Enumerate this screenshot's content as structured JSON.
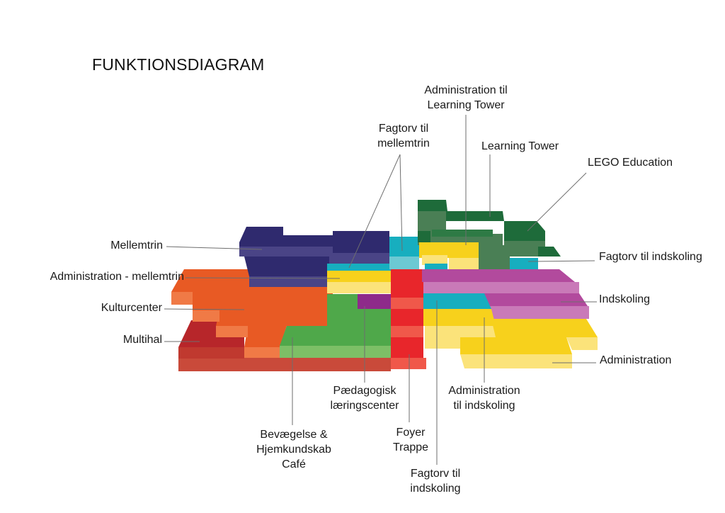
{
  "title": "FUNKTIONSDIAGRAM",
  "colors": {
    "mellemtrin": "#2f2a6e",
    "green": "#1e6b3a",
    "orange": "#e85a24",
    "red": "#b7262a",
    "grass": "#4fa84a",
    "yellow": "#f7d11c",
    "cyan": "#17aebf",
    "magenta": "#b24a9d",
    "purple": "#8e2a8a",
    "foyer": "#e8262b"
  },
  "labels": {
    "admin_learning": "Administration til\nLearning Tower",
    "fagtorv_mellemtrin": "Fagtorv til\nmellemtrin",
    "learning_tower": "Learning Tower",
    "lego": "LEGO Education",
    "mellemtrin": "Mellemtrin",
    "admin_mellemtrin": "Administration - mellemtrin",
    "kulturcenter": "Kulturcenter",
    "multihal": "Multihal",
    "fagtorv_indskoling_right": "Fagtorv til indskoling",
    "indskoling": "Indskoling",
    "administration": "Administration",
    "paedagogisk": "Pædagogisk\nlæringscenter",
    "admin_indskoling": "Administration\ntil indskoling",
    "bevaegelse": "Bevægelse &\nHjemkundskab\nCafé",
    "foyer": "Foyer\nTrappe",
    "fagtorv_indskoling_bottom": "Fagtorv til\nindskoling"
  }
}
